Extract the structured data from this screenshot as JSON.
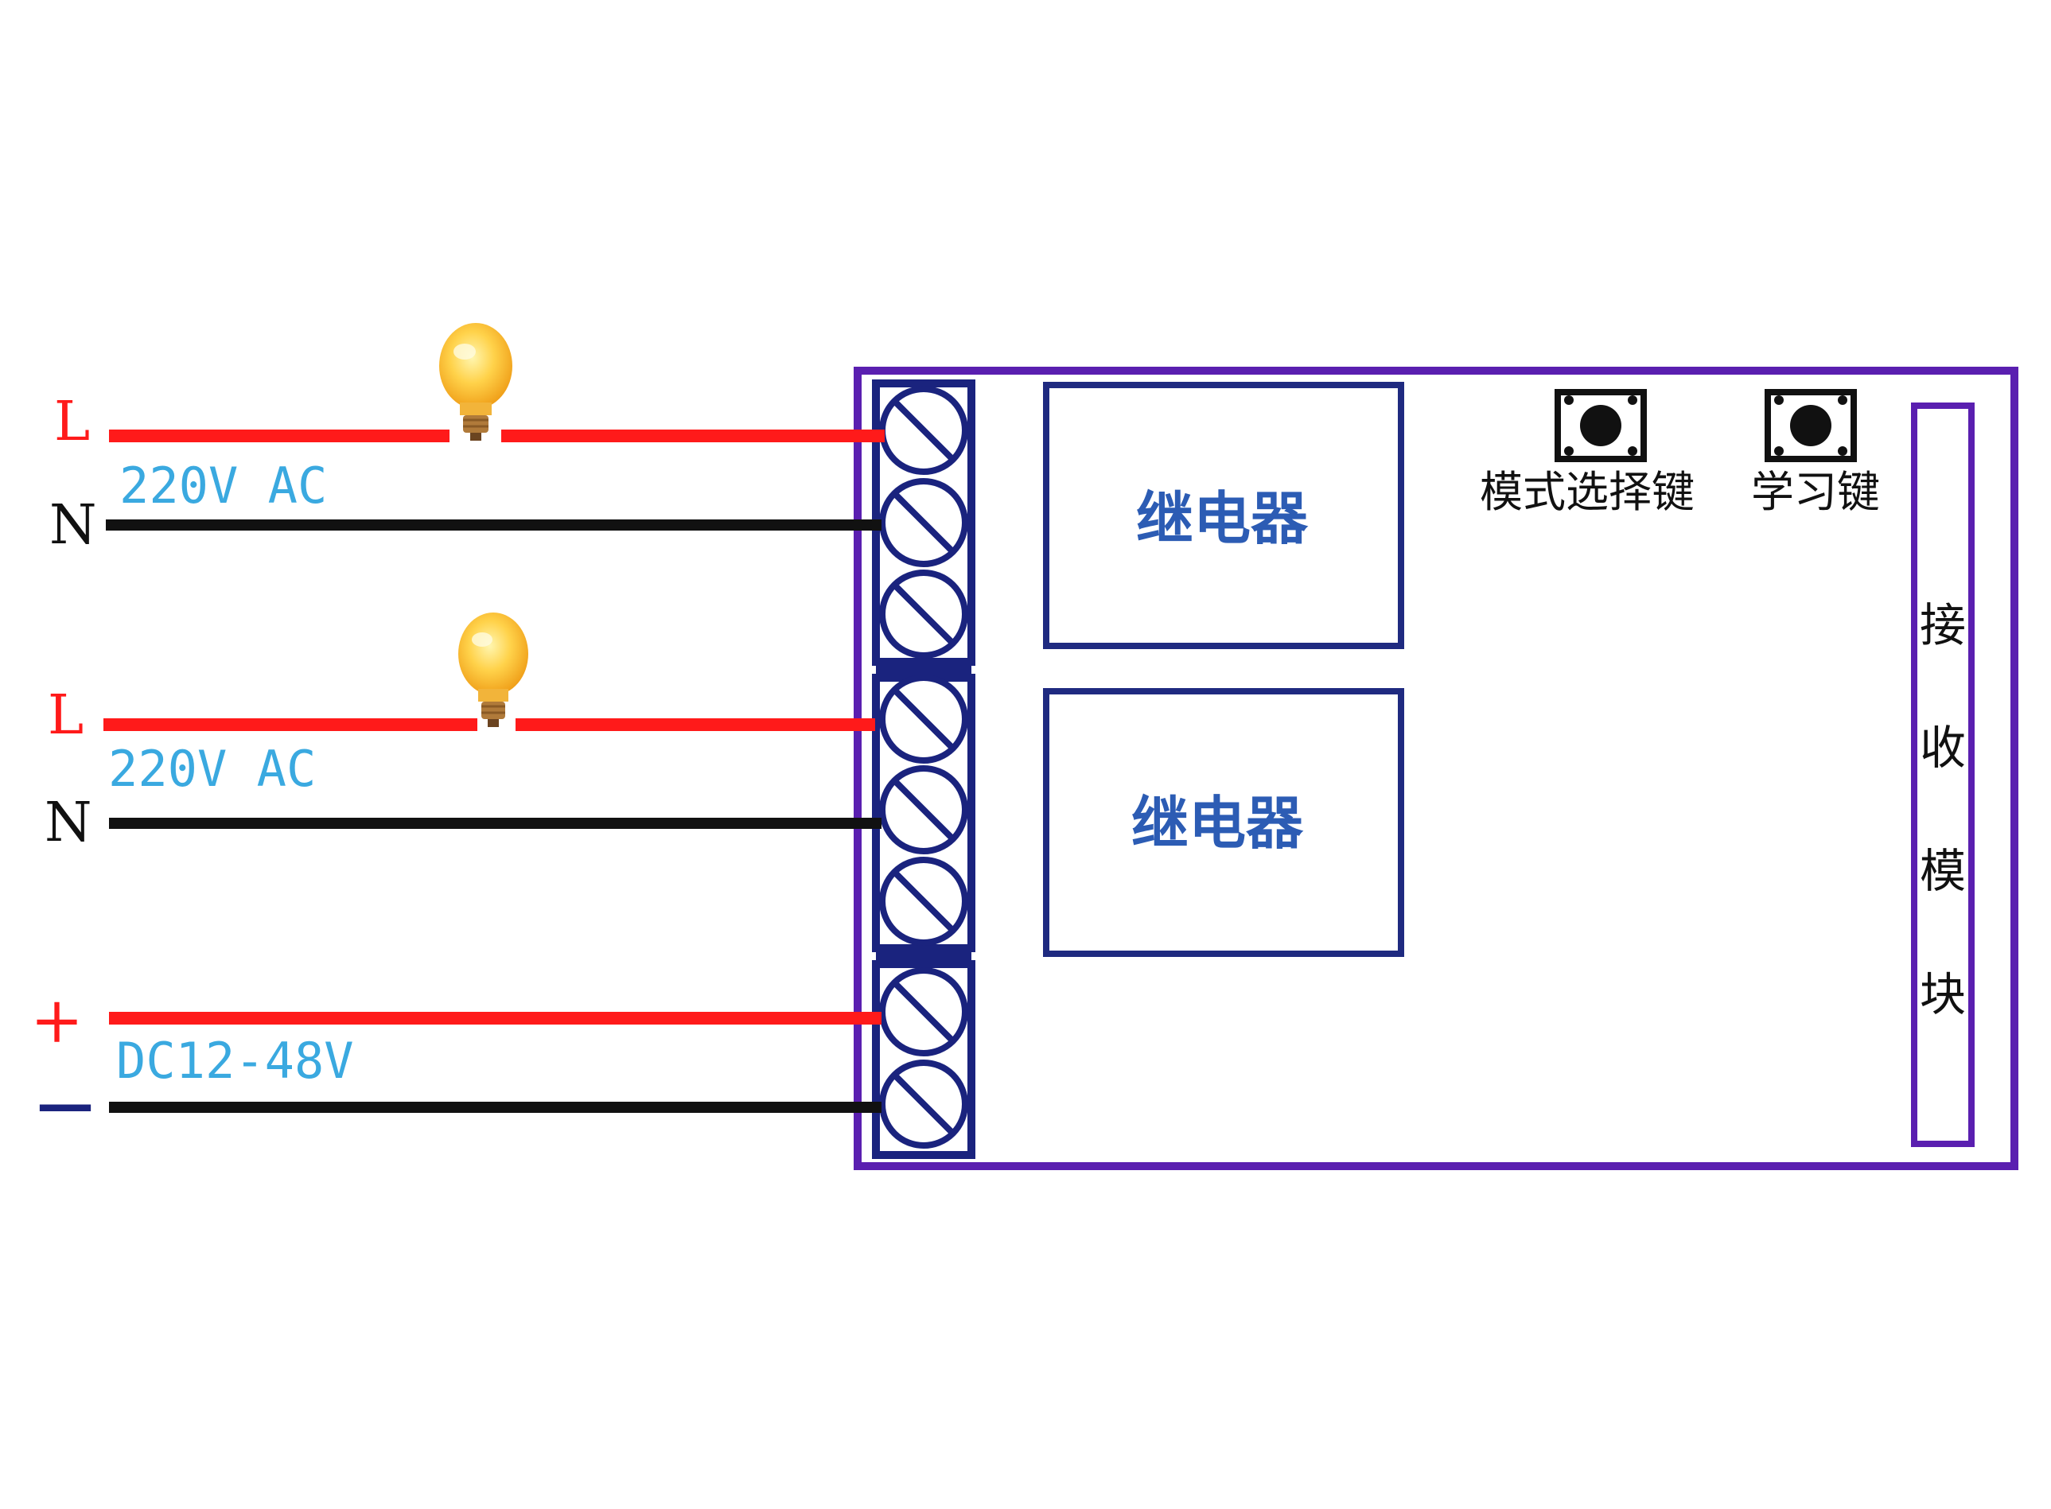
{
  "colors": {
    "live_wire": "#ff1a1a",
    "neutral_wire": "#111111",
    "board_border": "#5a1fb0",
    "terminal_blue": "#1a237e",
    "relay_border": "#1f2a80",
    "relay_text": "#2c5cb4",
    "voltage_text": "#3aa9e0",
    "live_label": "#ff1a1a",
    "neutral_label": "#111111",
    "minus_label": "#1a237e",
    "bulb_glass": "#ffd24a",
    "bulb_base": "#b07a3a"
  },
  "load1": {
    "live_label": "L",
    "neutral_label": "N",
    "voltage": "220V AC",
    "lamp_icon": "light-bulb-icon"
  },
  "load2": {
    "live_label": "L",
    "neutral_label": "N",
    "voltage": "220V AC",
    "lamp_icon": "light-bulb-icon"
  },
  "power": {
    "plus_label": "+",
    "minus_label": "—",
    "voltage": "DC12-48V"
  },
  "board": {
    "relay1_label": "继电器",
    "relay2_label": "继电器",
    "mode_button_label": "模式选择键",
    "learn_button_label": "学习键",
    "receiver_module_chars": [
      "接",
      "收",
      "模",
      "块"
    ]
  }
}
